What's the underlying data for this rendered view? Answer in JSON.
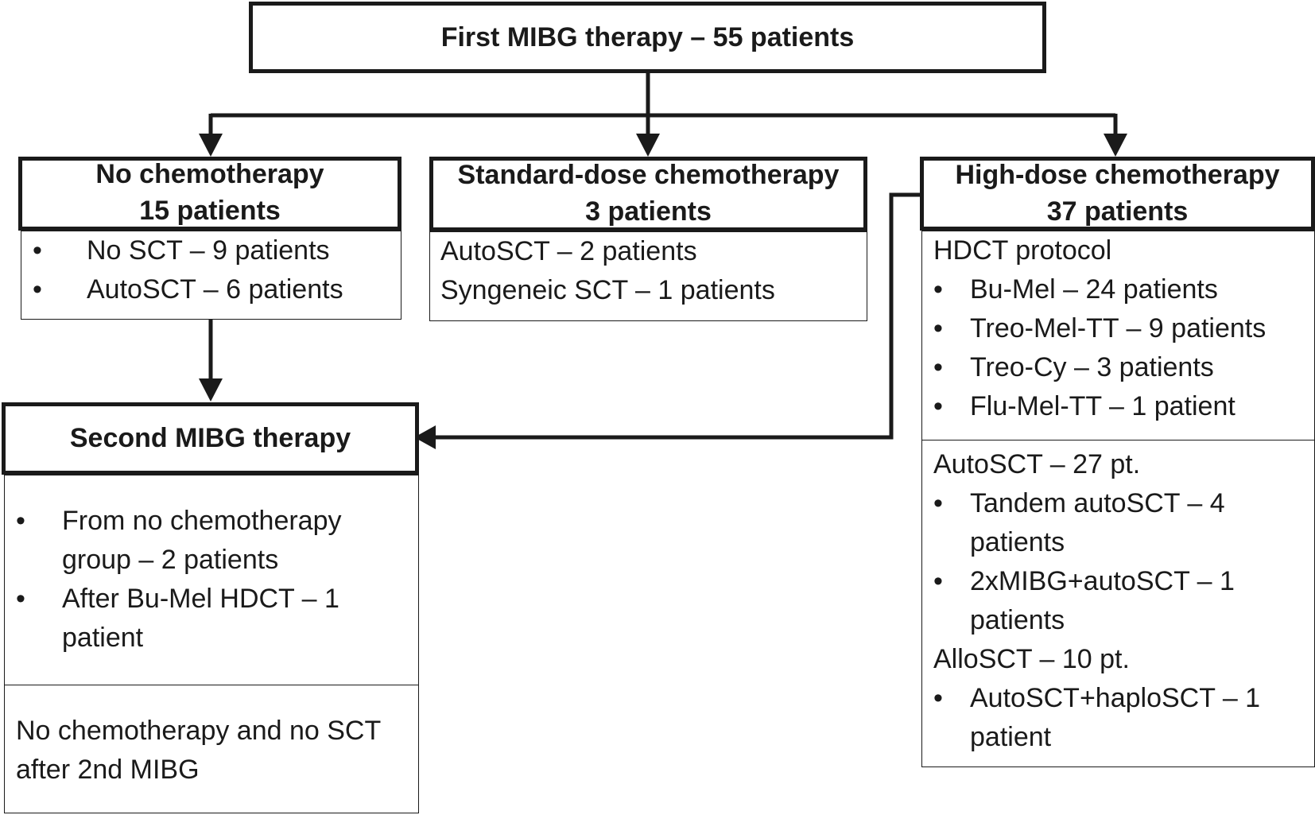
{
  "top": {
    "title": "First MIBG therapy – 55 patients"
  },
  "no_chemo": {
    "title_line1": "No chemotherapy",
    "title_line2": "15 patients",
    "items": [
      "No SCT – 9 patients",
      "AutoSCT – 6 patients"
    ]
  },
  "standard": {
    "title_line1": "Standard-dose chemotherapy",
    "title_line2": "3 patients",
    "lines": [
      "AutoSCT – 2 patients",
      "Syngeneic SCT – 1 patients"
    ]
  },
  "high": {
    "title_line1": "High-dose chemotherapy",
    "title_line2": "37 patients",
    "protocol_label": "HDCT protocol",
    "protocol_items": [
      "Bu-Mel – 24 patients",
      "Treo-Mel-TT – 9 patients",
      "Treo-Cy – 3 patients",
      "Flu-Mel-TT – 1 patient"
    ],
    "auto_label": "AutoSCT – 27 pt.",
    "auto_items": [
      [
        "Tandem autoSCT – 4",
        "patients"
      ],
      [
        "2xMIBG+autoSCT – 1",
        "patients"
      ]
    ],
    "allo_label": "AlloSCT – 10 pt.",
    "allo_items": [
      [
        "AutoSCT+haploSCT – 1",
        "patient"
      ]
    ]
  },
  "second": {
    "title": "Second MIBG therapy",
    "items": [
      [
        "From no chemotherapy",
        "group – 2 patients"
      ],
      [
        "After Bu-Mel HDCT – 1",
        "patient"
      ]
    ],
    "footer_lines": [
      "No chemotherapy and no SCT",
      "after 2nd MIBG"
    ]
  }
}
